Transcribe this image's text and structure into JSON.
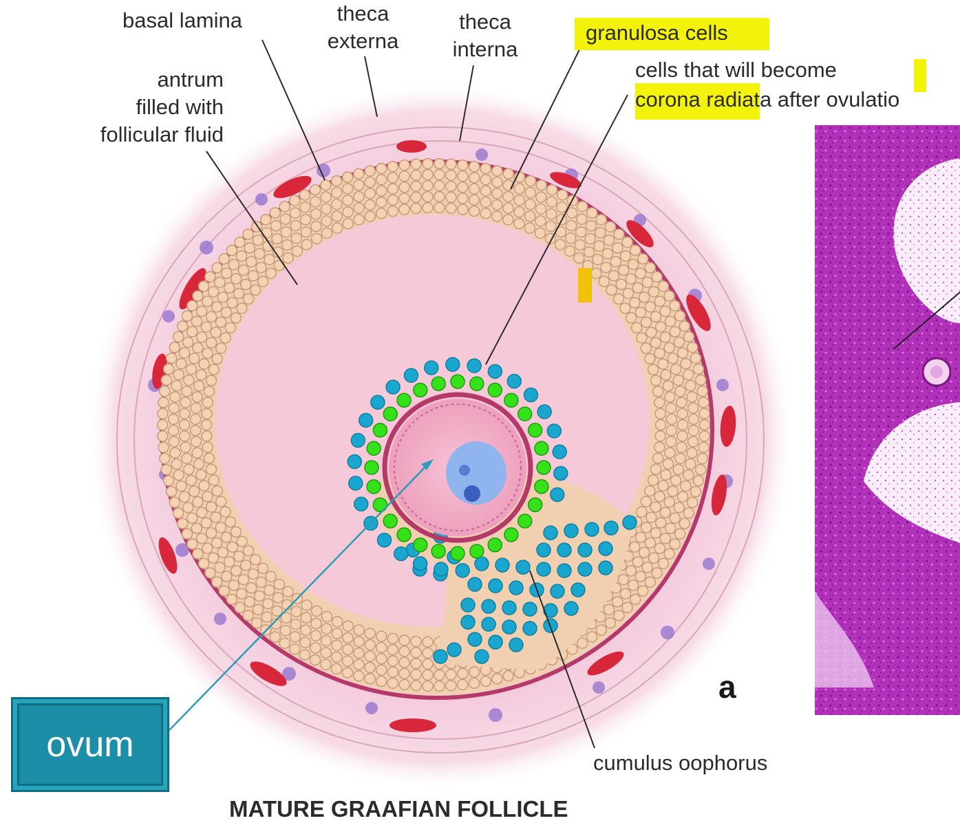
{
  "labels": {
    "basal_lamina": "basal lamina",
    "theca_externa_1": "theca",
    "theca_externa_2": "externa",
    "theca_interna_1": "theca",
    "theca_interna_2": "interna",
    "granulosa": "granulosa cells",
    "corona_1": "cells that will become",
    "corona_2_hl": "corona radiat",
    "corona_2_rest": "a after ovulatio",
    "antrum_1": "antrum",
    "antrum_2": "filled with",
    "antrum_3": "follicular fluid",
    "cumulus": "cumulus oophorus",
    "ovum": "ovum",
    "panel_letter": "a",
    "caption": "MATURE GRAAFIAN FOLLICLE"
  },
  "colors": {
    "highlight": "#f2f20a",
    "ovum_box": "#1c8ea8",
    "theca_bg": "#f6d3e2",
    "granulosa_cell": "#f4d2b3",
    "corona_cell": "#35e21a",
    "cumulus_cell": "#1aa6cf",
    "histology": "#b12db8"
  }
}
